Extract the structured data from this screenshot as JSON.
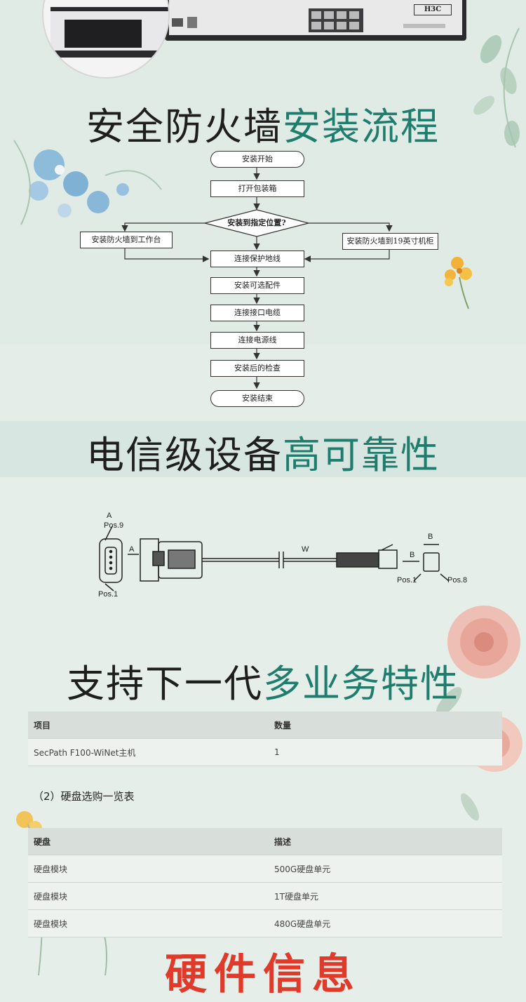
{
  "colors": {
    "accent": "#1f7d6e",
    "hardware_title": "#e03a2a",
    "background": "#e3ebe6"
  },
  "device": {
    "brand": "H3C"
  },
  "section1": {
    "title_plain": "安全防火墙",
    "title_highlight": "安装流程"
  },
  "flowchart": {
    "start": "安装开始",
    "step_open": "打开包装箱",
    "decision": "安装到指定位置?",
    "left_branch": "安装防火墙到工作台",
    "right_branch": "安装防火墙到19英寸机柜",
    "steps": [
      "连接保护地线",
      "安装可选配件",
      "连接接口电缆",
      "连接电源线",
      "安装后的检查"
    ],
    "end": "安装结束"
  },
  "section2": {
    "title_plain": "电信级设备",
    "title_highlight": "高可靠性"
  },
  "cable": {
    "end_a": "A",
    "pos9": "Pos.9",
    "pos1_a": "Pos.1",
    "arrow_a": "A",
    "wire": "W",
    "arrow_b": "B",
    "end_b": "B",
    "pos1_b": "Pos.1",
    "pos8_b": "Pos.8"
  },
  "section3": {
    "title_plain": "支持下一代",
    "title_highlight": "多业务特性"
  },
  "table1": {
    "headers": [
      "项目",
      "数量"
    ],
    "rows": [
      [
        "SecPath F100-WiNet主机",
        "1"
      ]
    ]
  },
  "table2_caption": "（2）硬盘选购一览表",
  "table2": {
    "headers": [
      "硬盘",
      "描述"
    ],
    "rows": [
      [
        "硬盘模块",
        "500G硬盘单元"
      ],
      [
        "硬盘模块",
        "1T硬盘单元"
      ],
      [
        "硬盘模块",
        "480G硬盘单元"
      ]
    ]
  },
  "section4": {
    "title": "硬件信息"
  }
}
